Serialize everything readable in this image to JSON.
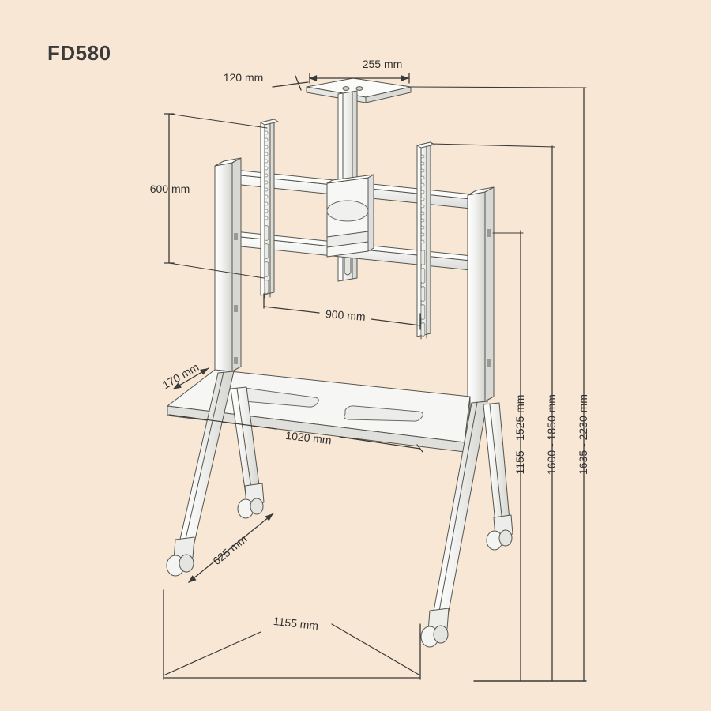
{
  "drawing": {
    "model_title": "FD580",
    "background_color": "#f8e7d4",
    "line_color": "#4a4a46",
    "product_fill": "#f2f2f0",
    "product_shade": "#e2e2e0",
    "type": "isometric technical dimension drawing",
    "subject": "mobile AV display floor stand / trolley"
  },
  "dimensions": {
    "top_plate_depth": "120 mm",
    "top_plate_width": "255 mm",
    "rail_height": "600 mm",
    "rail_spacing": "900 mm",
    "shelf_depth": "170 mm",
    "shelf_width": "1020 mm",
    "base_depth": "625 mm",
    "base_width": "1155 mm",
    "height_range_shelf": "1155 - 1525 mm",
    "height_range_screen": "1600 - 1850 mm",
    "height_range_total": "1635 - 2230 mm"
  }
}
